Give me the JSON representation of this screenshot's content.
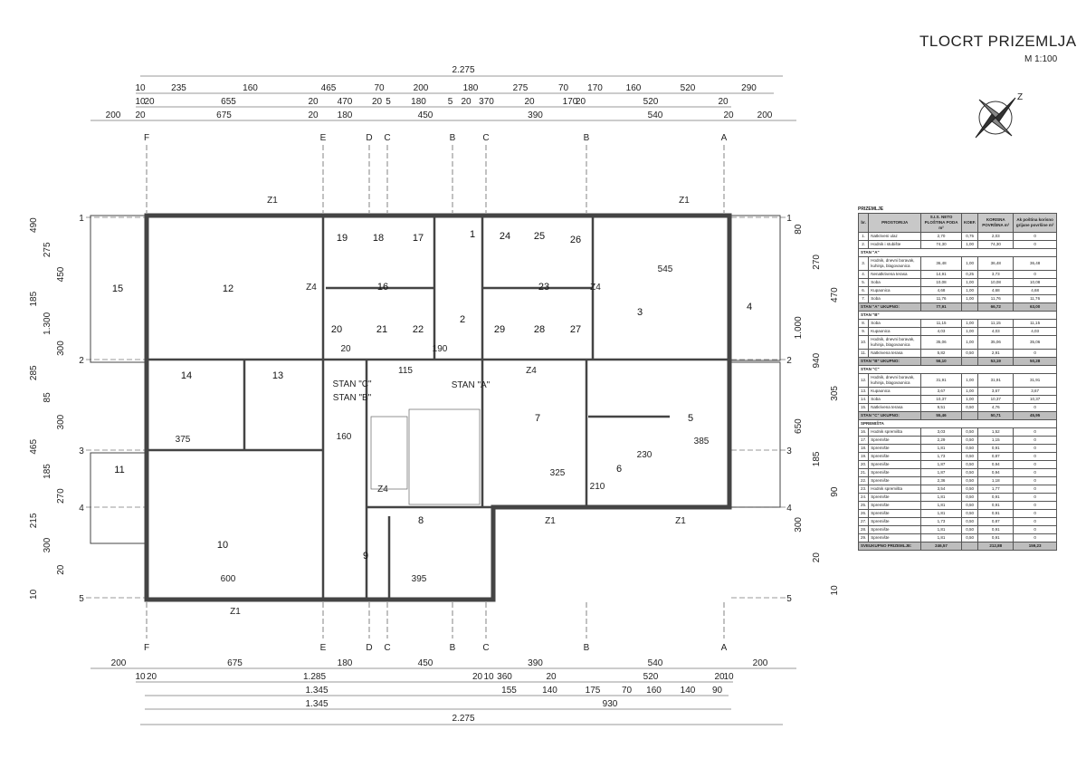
{
  "title": "TLOCRT PRIZEMLJA",
  "scale": "M 1:100",
  "axes_vertical": [
    "F",
    "E",
    "D",
    "C",
    "B",
    "C",
    "B",
    "A"
  ],
  "axes_horizontal": [
    "1",
    "2",
    "3",
    "4",
    "5"
  ],
  "dims_top": {
    "overall": "2.275",
    "row2": [
      "10",
      "235",
      "160",
      "465",
      "70",
      "200",
      "180",
      "275",
      "70",
      "170",
      "160",
      "520",
      "290"
    ],
    "row3": [
      "10",
      "20",
      "655",
      "20",
      "470",
      "20",
      "5",
      "180",
      "5",
      "20",
      "370",
      "20",
      "170",
      "20",
      "520",
      "20"
    ],
    "row4": [
      "200",
      "20",
      "675",
      "20",
      "180",
      "450",
      "390",
      "540",
      "20",
      "200"
    ]
  },
  "dims_bottom": {
    "row1": [
      "200",
      "675",
      "180",
      "450",
      "390",
      "540",
      "200"
    ],
    "row2": [
      "10",
      "20",
      "1.285",
      "20",
      "10",
      "360",
      "20",
      "520",
      "20",
      "10"
    ],
    "row3": [
      "1.345",
      "155",
      "140",
      "175",
      "70",
      "160",
      "140",
      "90"
    ],
    "row4": [
      "1.345",
      "930"
    ],
    "overall": "2.275"
  },
  "dims_left": [
    "490",
    "275",
    "450",
    "185",
    "1.300",
    "300",
    "285",
    "85",
    "300",
    "465",
    "185",
    "270",
    "215",
    "300",
    "20",
    "10"
  ],
  "dims_right": [
    "80",
    "270",
    "470",
    "1.000",
    "940",
    "305",
    "650",
    "185",
    "90",
    "300",
    "20",
    "10"
  ],
  "rooms": [
    "1",
    "2",
    "3",
    "4",
    "5",
    "6",
    "7",
    "8",
    "9",
    "10",
    "11",
    "12",
    "13",
    "14",
    "15",
    "16",
    "17",
    "18",
    "19",
    "20",
    "21",
    "22",
    "23",
    "24",
    "25",
    "26",
    "27",
    "28",
    "29"
  ],
  "plan_labels": {
    "z1": "Z1",
    "z4": "Z4",
    "stan_a": "STAN \"A\"",
    "stan_b": "STAN \"B\"",
    "stan_c": "STAN \"C\"",
    "inner_dims": [
      "545",
      "600",
      "375",
      "395",
      "325",
      "385",
      "230",
      "210",
      "160",
      "115",
      "190",
      "20"
    ]
  },
  "table": {
    "caption": "PRIZEMLJE",
    "headers": [
      "br.",
      "PROSTORIJA",
      "S.I.S. NETO PLOŠTINA PODA m²",
      "KOEF.",
      "KORISNA POVRŠINA m²",
      "Ak poština korisno grijane površine m²"
    ],
    "rows": [
      {
        "type": "row",
        "c": [
          "1.",
          "Natkriveni ulaz",
          "2,70",
          "0,75",
          "2,03",
          "0"
        ]
      },
      {
        "type": "row",
        "c": [
          "2.",
          "Hodnik i stubište",
          "74,30",
          "1,00",
          "74,30",
          "0"
        ]
      },
      {
        "type": "sec",
        "c": [
          "STAN \"A\""
        ]
      },
      {
        "type": "row",
        "c": [
          "3.",
          "Hodnik, dnevni boravak, kuhinja, blagovaonica",
          "36,48",
          "1,00",
          "36,48",
          "36,48"
        ]
      },
      {
        "type": "row",
        "c": [
          "4.",
          "Nenatkrivena terasa",
          "14,91",
          "0,25",
          "3,73",
          "0"
        ]
      },
      {
        "type": "row",
        "c": [
          "5.",
          "Soba",
          "10,08",
          "1,00",
          "10,08",
          "10,08"
        ]
      },
      {
        "type": "row",
        "c": [
          "6.",
          "Kupaonica",
          "4,68",
          "1,00",
          "4,68",
          "4,68"
        ]
      },
      {
        "type": "row",
        "c": [
          "7.",
          "Soba",
          "11,76",
          "1,00",
          "11,76",
          "11,76"
        ]
      },
      {
        "type": "tot",
        "c": [
          "STAN \"A\" UKUPNO:",
          "77,91",
          "",
          "66,72",
          "63,00"
        ]
      },
      {
        "type": "sec",
        "c": [
          "STAN \"B\""
        ]
      },
      {
        "type": "row",
        "c": [
          "8.",
          "Soba",
          "11,15",
          "1,00",
          "11,15",
          "11,15"
        ]
      },
      {
        "type": "row",
        "c": [
          "9.",
          "Kupaonica",
          "4,03",
          "1,00",
          "4,03",
          "4,03"
        ]
      },
      {
        "type": "row",
        "c": [
          "10.",
          "Hodnik, dnevni boravak, kuhinja, blagovaonica",
          "35,06",
          "1,00",
          "35,06",
          "35,06"
        ]
      },
      {
        "type": "row",
        "c": [
          "11.",
          "Natkrivena terasa",
          "5,82",
          "0,50",
          "2,91",
          "0"
        ]
      },
      {
        "type": "tot",
        "c": [
          "STAN \"B\" UKUPNO:",
          "56,10",
          "",
          "53,19",
          "50,28"
        ]
      },
      {
        "type": "sec",
        "c": [
          "STAN \"C\""
        ]
      },
      {
        "type": "row",
        "c": [
          "12.",
          "Hodnik, dnevni boravak, kuhinja, blagovaonica",
          "31,91",
          "1,00",
          "31,91",
          "31,91"
        ]
      },
      {
        "type": "row",
        "c": [
          "13.",
          "Kupaonica",
          "3,67",
          "1,00",
          "3,67",
          "3,67"
        ]
      },
      {
        "type": "row",
        "c": [
          "14.",
          "Soba",
          "10,37",
          "1,00",
          "10,37",
          "10,37"
        ]
      },
      {
        "type": "row",
        "c": [
          "15.",
          "Natkrivena terasa",
          "9,51",
          "0,50",
          "4,76",
          "0"
        ]
      },
      {
        "type": "tot",
        "c": [
          "STAN \"C\" UKUPNO:",
          "55,46",
          "",
          "50,71",
          "45,95"
        ]
      },
      {
        "type": "sec",
        "c": [
          "SPREMIŠTA"
        ]
      },
      {
        "type": "row",
        "c": [
          "16.",
          "Hodnik spremišta",
          "3,03",
          "0,50",
          "1,52",
          "0"
        ]
      },
      {
        "type": "row",
        "c": [
          "17.",
          "Spremište",
          "2,29",
          "0,50",
          "1,15",
          "0"
        ]
      },
      {
        "type": "row",
        "c": [
          "18.",
          "Spremište",
          "1,81",
          "0,50",
          "0,91",
          "0"
        ]
      },
      {
        "type": "row",
        "c": [
          "19.",
          "Spremište",
          "1,73",
          "0,50",
          "0,87",
          "0"
        ]
      },
      {
        "type": "row",
        "c": [
          "20.",
          "Spremište",
          "1,87",
          "0,50",
          "0,94",
          "0"
        ]
      },
      {
        "type": "row",
        "c": [
          "21.",
          "Spremište",
          "1,87",
          "0,50",
          "0,94",
          "0"
        ]
      },
      {
        "type": "row",
        "c": [
          "22.",
          "Spremište",
          "2,36",
          "0,50",
          "1,18",
          "0"
        ]
      },
      {
        "type": "row",
        "c": [
          "23.",
          "Hodnik spremišta",
          "3,54",
          "0,50",
          "1,77",
          "0"
        ]
      },
      {
        "type": "row",
        "c": [
          "24.",
          "Spremište",
          "1,81",
          "0,50",
          "0,91",
          "0"
        ]
      },
      {
        "type": "row",
        "c": [
          "25.",
          "Spremište",
          "1,81",
          "0,50",
          "0,91",
          "0"
        ]
      },
      {
        "type": "row",
        "c": [
          "26.",
          "Spremište",
          "1,81",
          "0,50",
          "0,91",
          "0"
        ]
      },
      {
        "type": "row",
        "c": [
          "27.",
          "Spremište",
          "1,73",
          "0,50",
          "0,87",
          "0"
        ]
      },
      {
        "type": "row",
        "c": [
          "28.",
          "Spremište",
          "1,81",
          "0,50",
          "0,91",
          "0"
        ]
      },
      {
        "type": "row",
        "c": [
          "29.",
          "Spremište",
          "1,81",
          "0,50",
          "0,91",
          "0"
        ]
      },
      {
        "type": "tot",
        "c": [
          "SVEUKUPNO PRIZEMLJE:",
          "246,57",
          "",
          "212,88",
          "159,23"
        ]
      }
    ]
  },
  "compass_label": "Z",
  "colors": {
    "line": "#222222",
    "wall": "#555555",
    "table_header": "#c8c8c8"
  }
}
